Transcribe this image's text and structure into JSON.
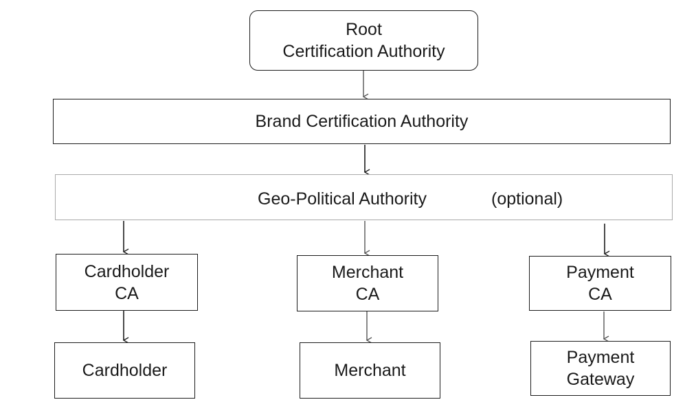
{
  "diagram": {
    "root": {
      "lines": [
        "Root",
        "Certification Authority"
      ]
    },
    "brand": {
      "label": "Brand Certification Authority"
    },
    "geo": {
      "label": "Geo-Political Authority",
      "note": "(optional)"
    },
    "cardholder_ca": {
      "lines": [
        "Cardholder",
        "CA"
      ]
    },
    "merchant_ca": {
      "lines": [
        "Merchant",
        "CA"
      ]
    },
    "payment_ca": {
      "lines": [
        "Payment",
        "CA"
      ]
    },
    "cardholder": {
      "label": "Cardholder"
    },
    "merchant": {
      "label": "Merchant"
    },
    "payment_gateway": {
      "lines": [
        "Payment",
        "Gateway"
      ]
    },
    "colors": {
      "stroke": "#1a1a1a",
      "faint_stroke": "#a9a9a9",
      "background": "#ffffff"
    }
  }
}
